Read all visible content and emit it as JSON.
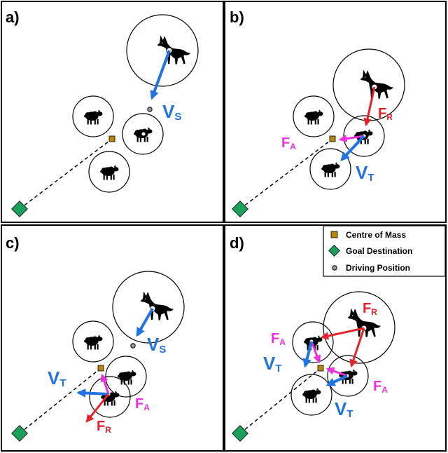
{
  "panels": [
    {
      "label": "a)"
    },
    {
      "label": "b)"
    },
    {
      "label": "c)"
    },
    {
      "label": "d)"
    }
  ],
  "vectors": {
    "vs": {
      "main": "V",
      "sub": "S"
    },
    "vt": {
      "main": "V",
      "sub": "T"
    },
    "fr": {
      "main": "F",
      "sub": "R"
    },
    "fa": {
      "main": "F",
      "sub": "A"
    }
  },
  "legend": {
    "centre_of_mass": "Centre of Mass",
    "goal_destination": "Goal Destination",
    "driving_position": "Driving Position"
  },
  "colors": {
    "velocity": "#1f73e6",
    "repulsion": "#e8202a",
    "attraction": "#ee2ee0",
    "goal": "#1aa05a",
    "centre_of_mass": "#b8860b",
    "driving_position": "#999999"
  }
}
